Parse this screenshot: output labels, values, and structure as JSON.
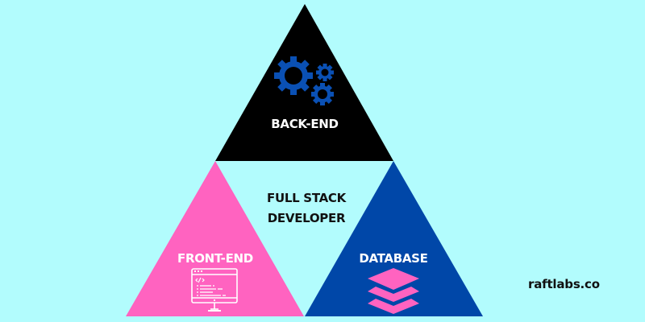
{
  "diagram": {
    "title": "FULL STACK DEVELOPER",
    "center_label_lines": [
      "FULL STACK",
      "DEVELOPER"
    ],
    "nodes": [
      {
        "id": "backend",
        "label": "BACK-END",
        "icon": "gears-icon",
        "color": "#000000",
        "icon_color": "#0a50b4"
      },
      {
        "id": "frontend",
        "label": "FRONT-END",
        "icon": "code-monitor-icon",
        "color": "#ff63c0",
        "icon_color": "#ffffff"
      },
      {
        "id": "database",
        "label": "DATABASE",
        "icon": "layers-icon",
        "color": "#0047a8",
        "icon_color": "#ff63c0"
      }
    ],
    "brand": "raftlabs.co",
    "background": "#b2fcfd"
  }
}
